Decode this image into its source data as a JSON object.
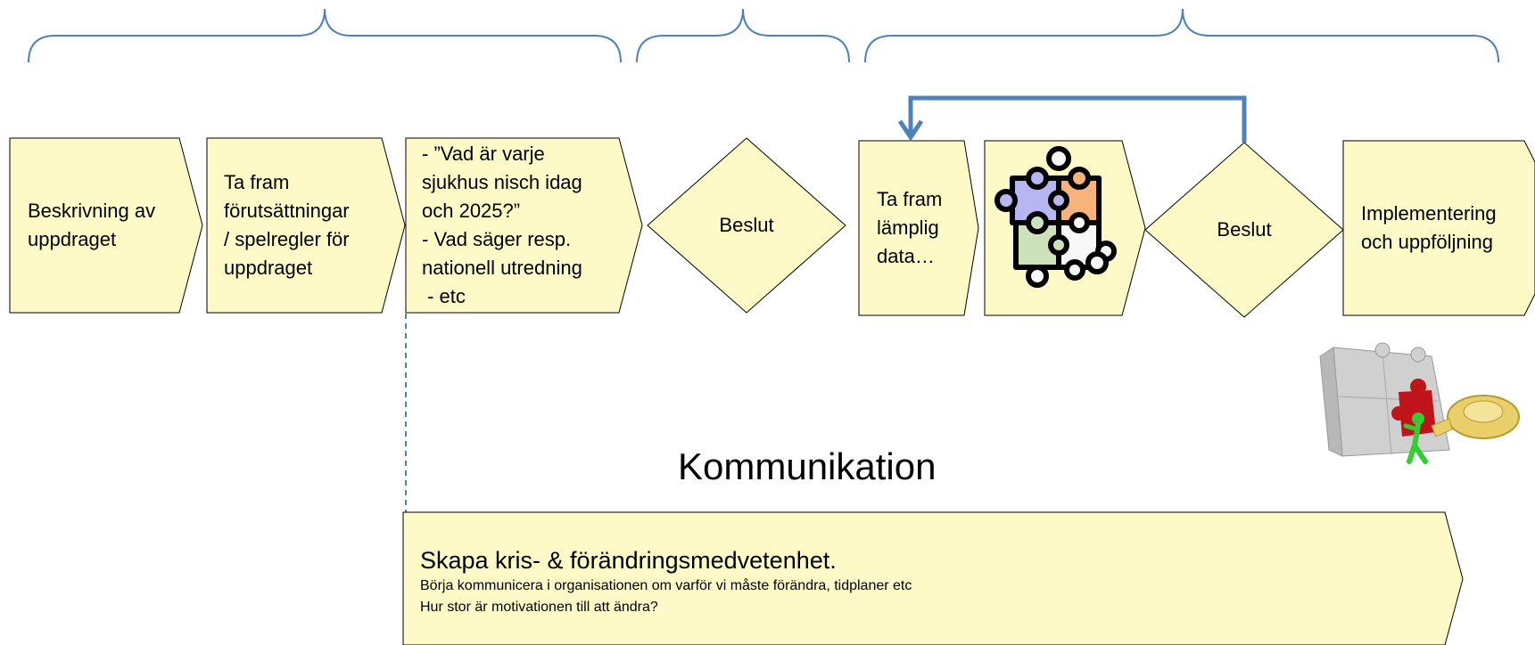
{
  "steps": [
    {
      "lines": [
        "Beskrivning av",
        "uppdraget"
      ]
    },
    {
      "lines": [
        "Ta fram",
        "förutsättningar",
        "/ spelregler för",
        "uppdraget"
      ]
    },
    {
      "lines": [
        "- ”Vad är varje",
        "sjukhus nisch idag",
        "och 2025?”",
        "- Vad säger resp.",
        "nationell utredning",
        " - etc"
      ]
    },
    {
      "lines": [
        "Ta fram",
        "lämplig",
        "data…"
      ]
    },
    {
      "lines": [
        "Implementering",
        "och uppföljning"
      ]
    }
  ],
  "decisions": [
    {
      "label": "Beslut"
    },
    {
      "label": "Beslut"
    }
  ],
  "communication": {
    "title": "Kommunikation",
    "heading": "Skapa kris- & förändringsmedvetenhet.",
    "line1": "Börja kommunicera i organisationen om varför vi måste förändra, tidplaner etc",
    "line2": "Hur stor är motivationen till att ändra?"
  },
  "colors": {
    "box_fill": "#fdfac8",
    "stroke": "#000000",
    "brace": "#4f81bd",
    "arrow": "#4f81bd",
    "puzzle_blue": "#b8b6f2",
    "puzzle_orange": "#f7b37a",
    "puzzle_green": "#cde2b9",
    "puzzle_gray": "#f8f8f8",
    "wall_gray": "#d0d0d0",
    "piece_red": "#c0141c",
    "figure_green": "#33cc33",
    "tape_yellow": "#e8cf6a"
  }
}
